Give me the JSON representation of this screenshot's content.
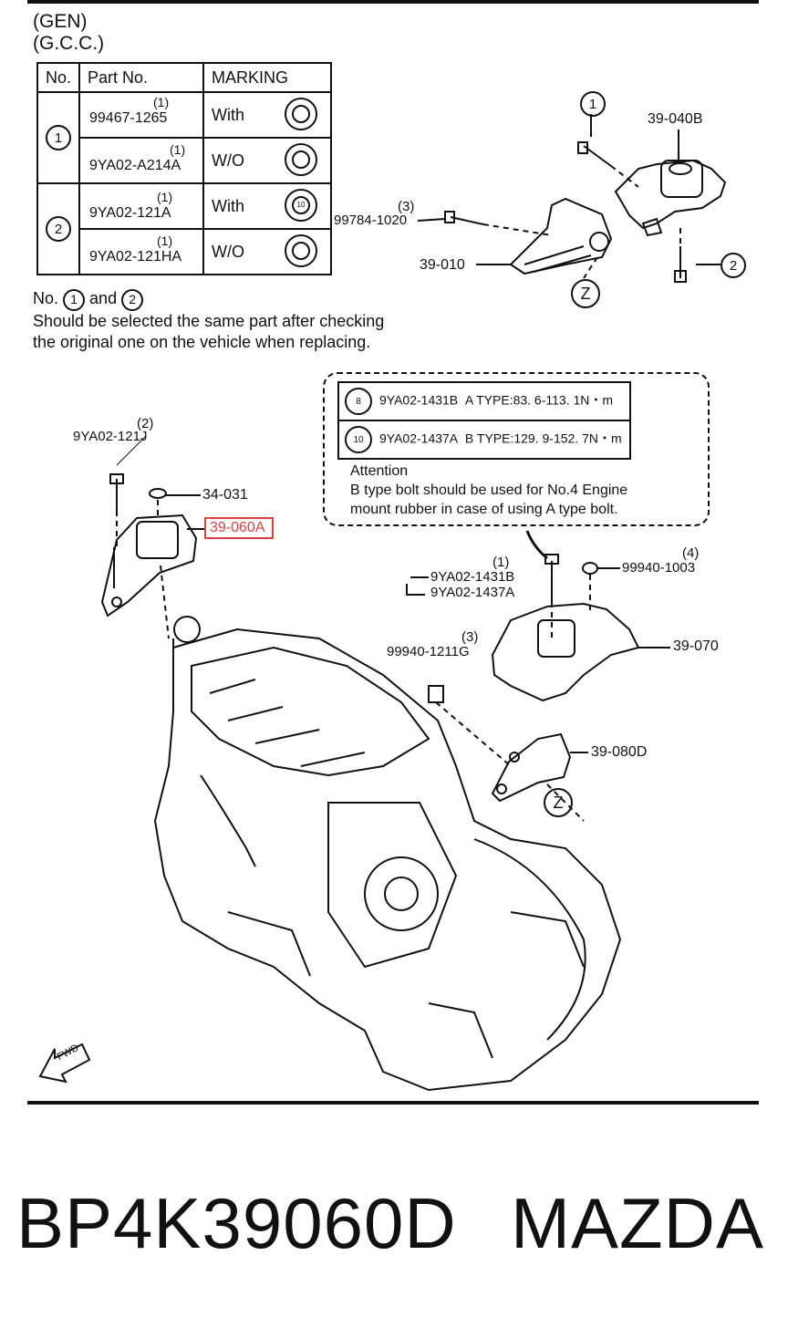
{
  "header": {
    "line1": "(GEN)",
    "line2": "(G.C.C.)"
  },
  "table": {
    "headers": [
      "No.",
      "Part No.",
      "MARKING"
    ],
    "rows": [
      {
        "no": "1",
        "part": "99467-1265",
        "qty": "(1)",
        "marking": "With"
      },
      {
        "no": "",
        "part": "9YA02-A214A",
        "qty": "(1)",
        "marking": "W/O"
      },
      {
        "no": "2",
        "part": "9YA02-121A",
        "qty": "(1)",
        "marking": "With",
        "mark_text": "10"
      },
      {
        "no": "",
        "part": "9YA02-121HA",
        "qty": "(1)",
        "marking": "W/O"
      }
    ]
  },
  "note": {
    "prefix": "No.",
    "n1": "1",
    "and": "and",
    "n2": "2",
    "line2": "Should be selected the same part after checking",
    "line3": "the original one on the vehicle when replacing."
  },
  "attention": {
    "rows": [
      {
        "mark": "8",
        "part": "9YA02-1431B",
        "spec": "A TYPE:83. 6-113. 1N・m"
      },
      {
        "mark": "10",
        "part": "9YA02-1437A",
        "spec": "B TYPE:129. 9-152. 7N・m"
      }
    ],
    "title": "Attention",
    "line1": "B type bolt should be used for No.4 Engine",
    "line2": "mount rubber in case of using A type bolt."
  },
  "labels": {
    "c1": "1",
    "c2": "2",
    "z_top": "Z",
    "z_mid": "Z",
    "p39040b": "39-040B",
    "p99784": "99784-1020",
    "q99784": "(3)",
    "p39010": "39-010",
    "p9ya02121j": "9YA02-121J",
    "q9ya02121j": "(2)",
    "p34031": "34-031",
    "p39060a": "39-060A",
    "q1431": "(1)",
    "p1431b": "9YA02-1431B",
    "p1437a": "9YA02-1437A",
    "p99940_1003": "99940-1003",
    "q99940_1003": "(4)",
    "p99940_1211g": "99940-1211G",
    "q99940_1211g": "(3)",
    "p39070": "39-070",
    "p39080d": "39-080D",
    "fwd": "FWD"
  },
  "footer": {
    "part_number": "BP4K39060D",
    "brand": "MAZDA"
  }
}
